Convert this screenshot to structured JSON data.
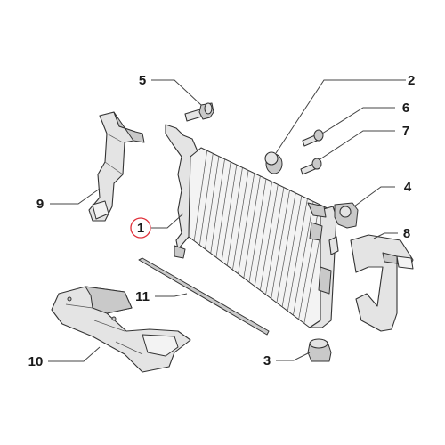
{
  "callouts": [
    {
      "id": "c1",
      "label": "1",
      "highlight": true
    },
    {
      "id": "c2",
      "label": "2"
    },
    {
      "id": "c3",
      "label": "3"
    },
    {
      "id": "c4",
      "label": "4"
    },
    {
      "id": "c5",
      "label": "5"
    },
    {
      "id": "c6",
      "label": "6"
    },
    {
      "id": "c7",
      "label": "7"
    },
    {
      "id": "c8",
      "label": "8"
    },
    {
      "id": "c9",
      "label": "9"
    },
    {
      "id": "c10",
      "label": "10"
    },
    {
      "id": "c11",
      "label": "11"
    }
  ],
  "colors": {
    "highlight_ring": "#e0303a",
    "line": "#333333",
    "part_fill": "#e4e4e4"
  }
}
